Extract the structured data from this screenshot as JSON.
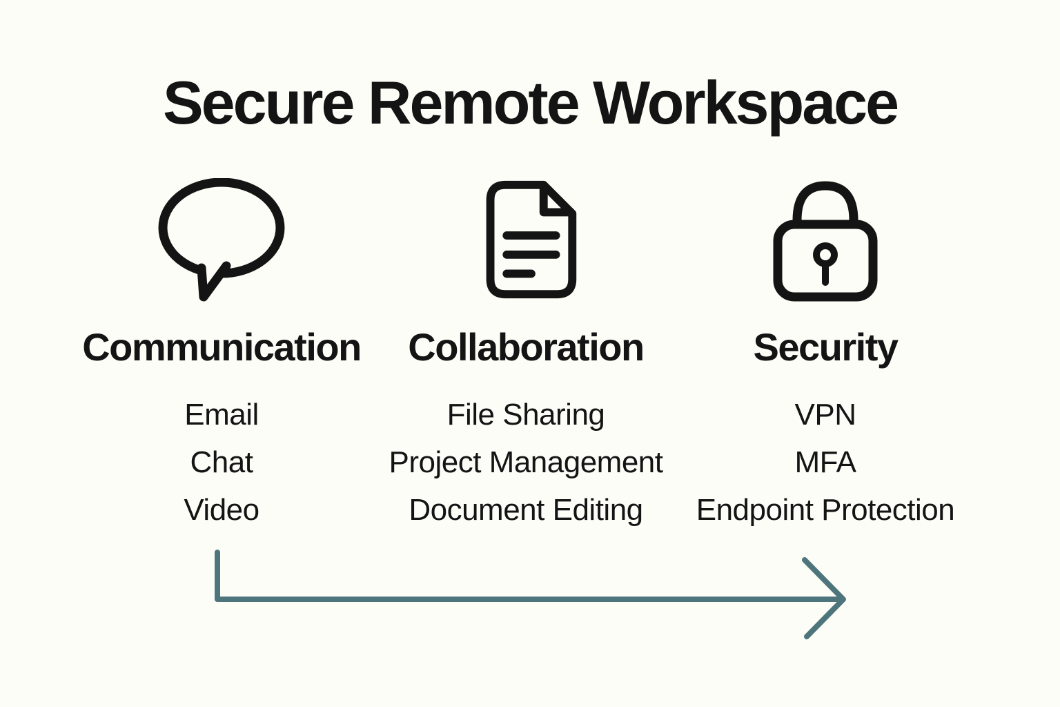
{
  "title": "Secure Remote Workspace",
  "colors": {
    "background": "#fdfdf8",
    "text": "#141414",
    "icon_stroke": "#141414",
    "arrow": "#4d757b"
  },
  "columns": [
    {
      "label": "Communication",
      "icon": "speech-bubble-icon",
      "items": [
        "Email",
        "Chat",
        "Video"
      ]
    },
    {
      "label": "Collaboration",
      "icon": "document-icon",
      "items": [
        "File Sharing",
        "Project Management",
        "Document Editing"
      ]
    },
    {
      "label": "Security",
      "icon": "lock-icon",
      "items": [
        "VPN",
        "MFA",
        "Endpoint Protection"
      ]
    }
  ],
  "arrow": {
    "direction": "left-to-right",
    "color": "#4d757b"
  }
}
